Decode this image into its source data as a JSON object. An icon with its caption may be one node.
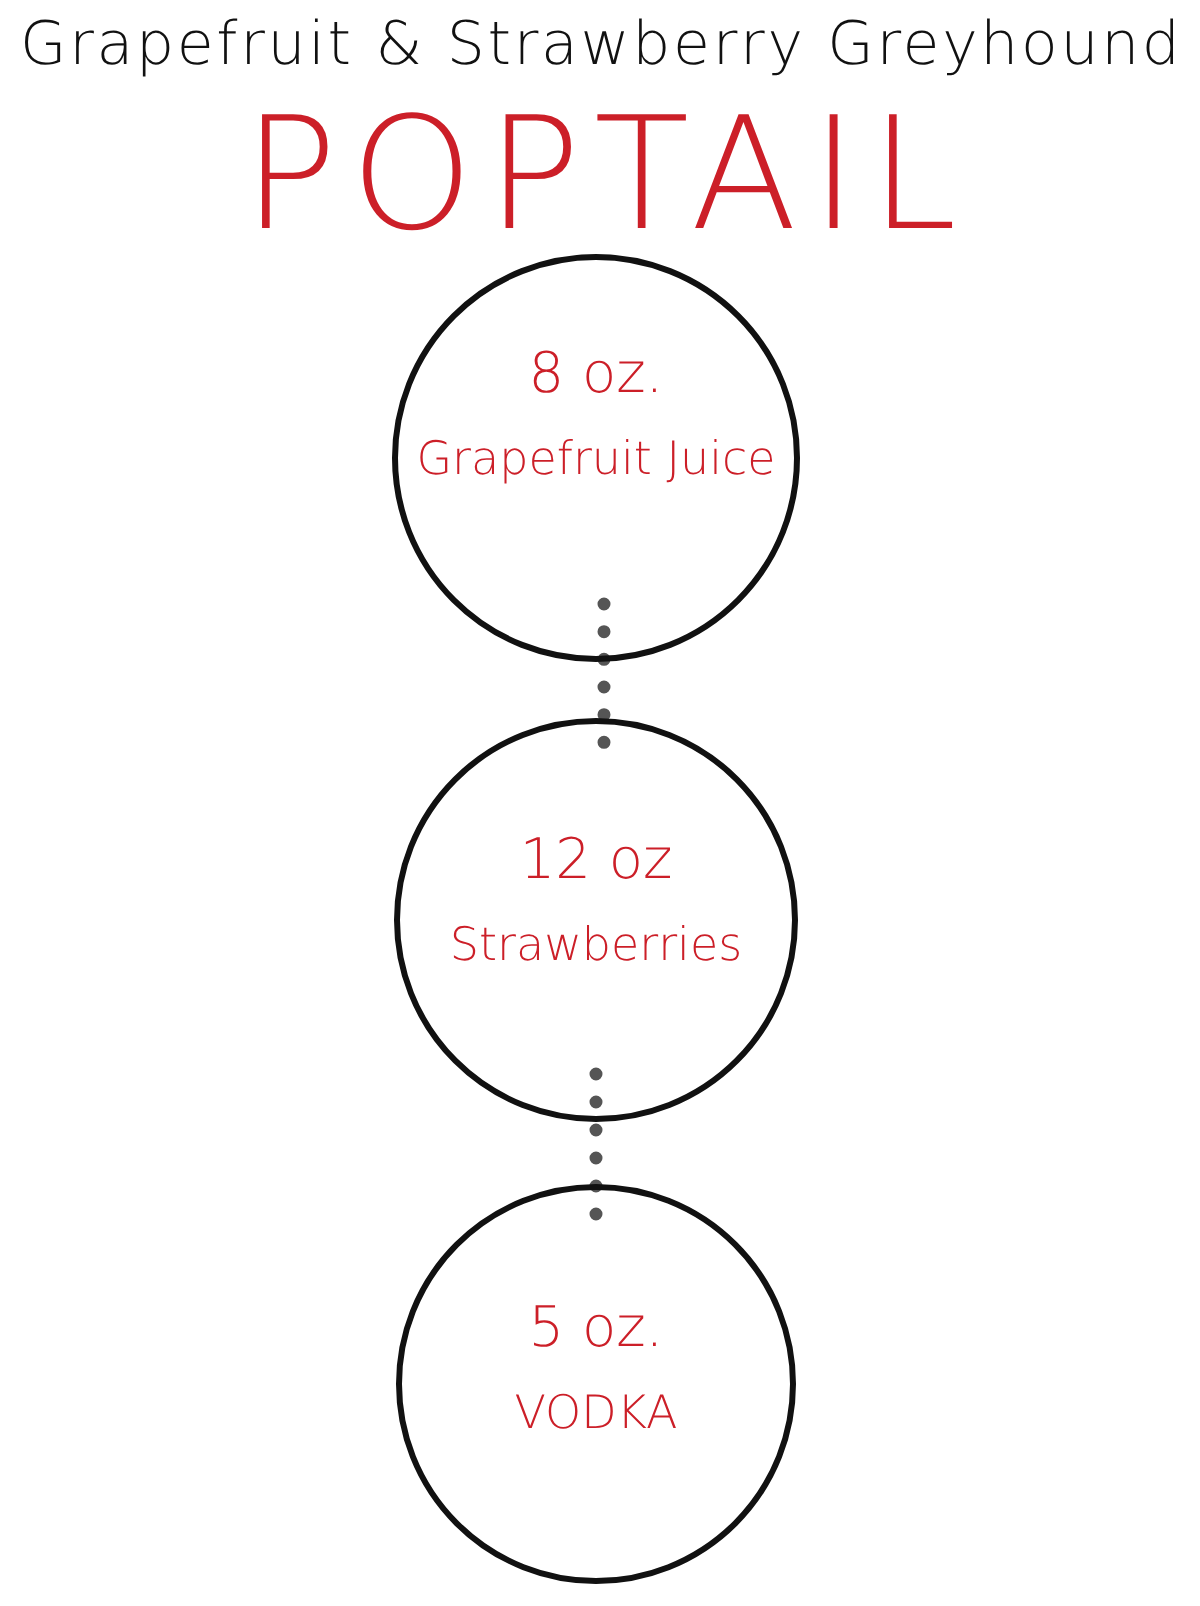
{
  "diagram": {
    "title": "Grapefruit & Strawberry Greyhound",
    "nodes": [
      {
        "text": [
          "8 oz.",
          "Grapefruit Juice"
        ]
      },
      {
        "text": [
          "12 oz",
          "Strawberries"
        ]
      },
      {
        "text": [
          "5 oz.",
          "VODKA"
        ]
      }
    ],
    "edges": [
      {
        "from": 0,
        "to": 1,
        "arrow": "none"
      },
      {
        "from": 1,
        "to": 2,
        "arrow": "none"
      }
    ],
    "labels": [
      "POPTAIL"
    ]
  }
}
